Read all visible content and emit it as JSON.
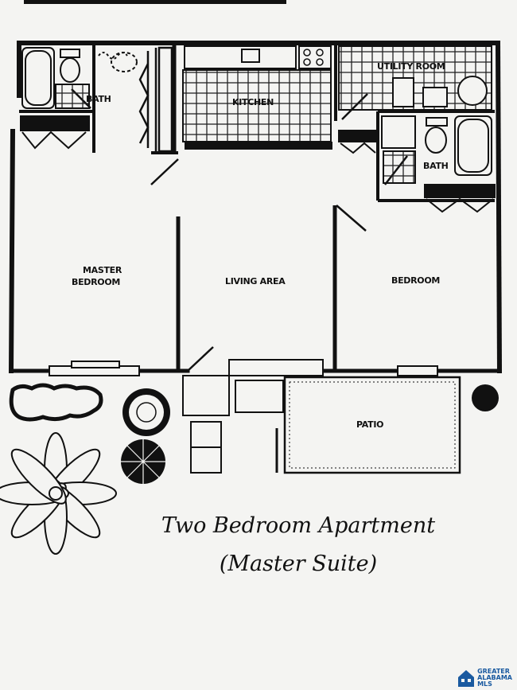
{
  "rooms": {
    "bath_left": "BATH",
    "kitchen": "KITCHEN",
    "utility_room": "UTILITY ROOM",
    "bath_right": "BATH",
    "master_bedroom_line1": "MASTER",
    "master_bedroom_line2": "BEDROOM",
    "living_area": "LIVING AREA",
    "bedroom": "BEDROOM",
    "patio": "PATIO"
  },
  "caption": {
    "line1": "Two Bedroom Apartment",
    "line2": "(Master Suite)"
  },
  "watermark": {
    "line1": "GREATER",
    "line2": "ALABAMA",
    "line3": "MLS",
    "brand_color": "#1a5aa0"
  }
}
